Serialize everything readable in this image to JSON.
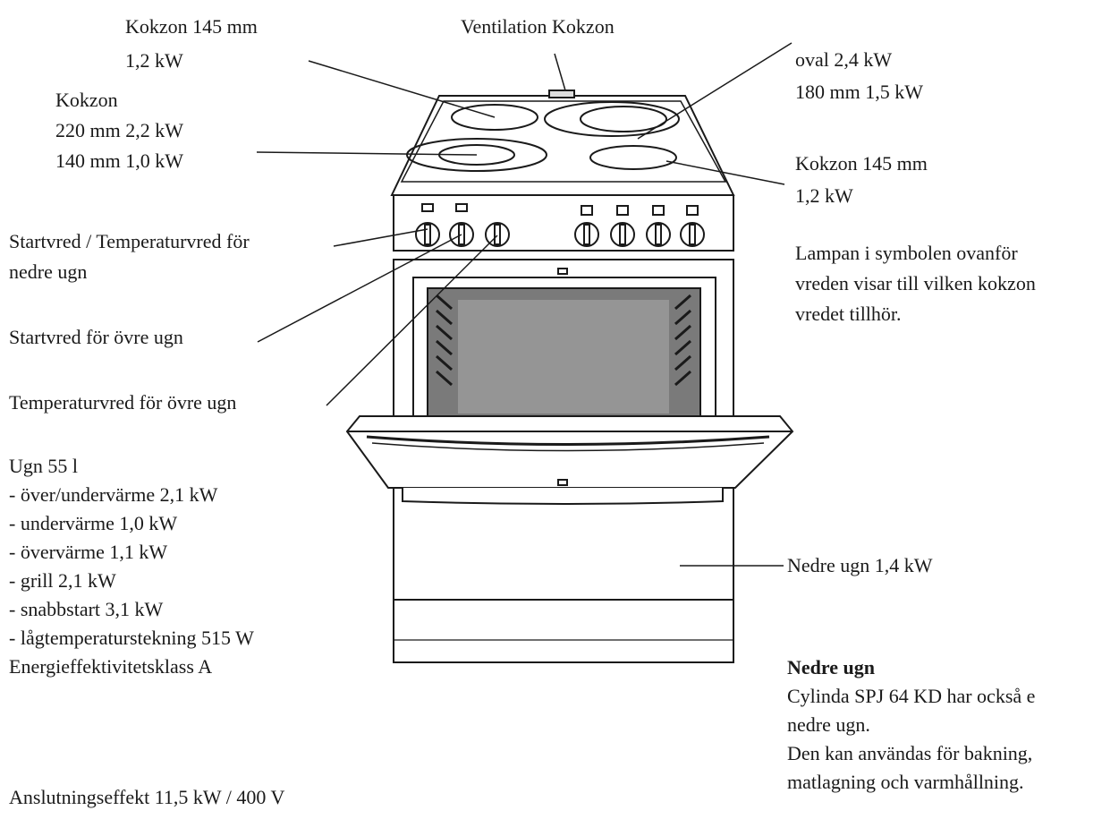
{
  "labels": {
    "top_left_zone": {
      "line1": "Kokzon 145 mm",
      "line2": "1,2 kW"
    },
    "ventilation": "Ventilation Kokzon",
    "left_zone": {
      "line1": "Kokzon",
      "line2": "220 mm 2,2 kW",
      "line3": "140 mm 1,0 kW"
    },
    "top_right_zone": {
      "line1": "oval 2,4 kW",
      "line2": "180 mm 1,5 kW"
    },
    "right_zone": {
      "line1": "Kokzon 145 mm",
      "line2": "1,2 kW"
    },
    "lamp_note": {
      "line1": "Lampan i symbolen ovanför",
      "line2": "vreden visar till vilken kokzon",
      "line3": "vredet tillhör."
    },
    "start_lower": {
      "line1": "Startvred / Temperaturvred för",
      "line2": "nedre ugn"
    },
    "start_upper": "Startvred för övre ugn",
    "temp_upper": "Temperaturvred för övre ugn",
    "oven_specs": [
      "Ugn 55 l",
      "- över/undervärme 2,1 kW",
      "- undervärme 1,0 kW",
      "- övervärme 1,1 kW",
      "- grill 2,1 kW",
      "- snabbstart 3,1 kW",
      "- lågtemperaturstekning 515 W",
      "Energieffektivitetsklass A"
    ],
    "connection": "Anslutningseffekt 11,5 kW / 400 V",
    "lower_oven_power": "Nedre ugn 1,4 kW",
    "lower_oven_info": {
      "heading": "Nedre ugn",
      "line1": "Cylinda SPJ 64 KD har också e",
      "line2": "nedre ugn.",
      "line3": "Den kan användas för bakning,",
      "line4": "matlagning och varmhållning."
    }
  },
  "colors": {
    "line": "#1a1a1a",
    "fill": "#ffffff",
    "window": "#8c8c8c",
    "window_dark": "#5a5a5a"
  }
}
